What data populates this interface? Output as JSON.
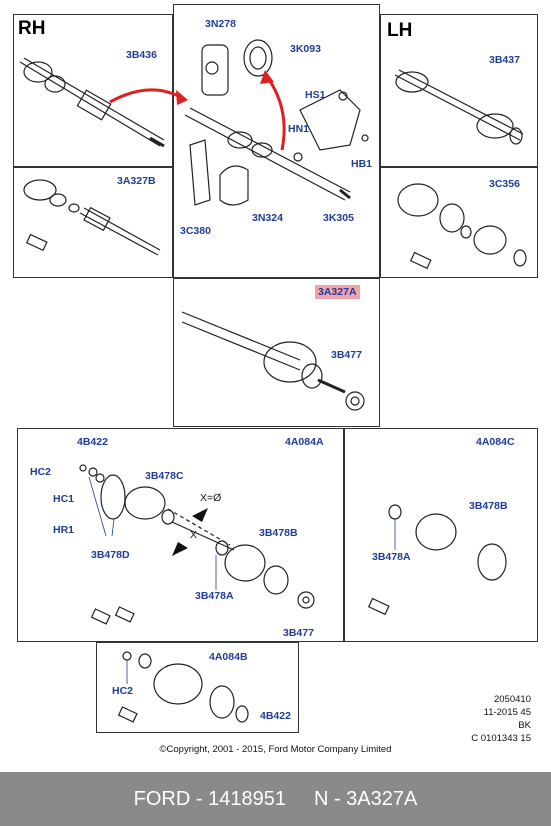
{
  "panels": {
    "rh": {
      "heading": "RH",
      "labels": [
        "3B436",
        "3A327B"
      ]
    },
    "lh": {
      "heading": "LH",
      "labels": [
        "3B437",
        "3C356"
      ]
    },
    "center": {
      "labels": [
        "3N278",
        "3K093",
        "HS1",
        "HN1",
        "HB1",
        "3C380",
        "3N324",
        "3K305"
      ]
    },
    "shaft": {
      "labels": [
        "3A327A",
        "3B477"
      ]
    },
    "boot_kit": {
      "labels": [
        "4B422",
        "4A084A",
        "HC2",
        "HC1",
        "HR1",
        "3B478C",
        "X=Ø",
        "X",
        "3B478D",
        "3B478B",
        "3B478A",
        "3B477"
      ]
    },
    "boot_kit_c": {
      "labels": [
        "4A084C",
        "3B478B",
        "3B478A"
      ]
    },
    "boot_kit_b": {
      "labels": [
        "4A084B",
        "HC2",
        "4B422"
      ]
    }
  },
  "meta": {
    "line1": "2050410",
    "line2": "11-2015 45",
    "line3": "BK",
    "line4": "C 0101343 15"
  },
  "copyright": "©Copyright, 2001 - 2015, Ford Motor Company Limited",
  "footer": {
    "brand_part": "FORD - 1418951",
    "ref": "N - 3A327A"
  },
  "colors": {
    "label": "#1f3c98",
    "highlight": "#f3a3a8",
    "arrow": "#e02020",
    "footer_bg": "#8a8a8a"
  }
}
